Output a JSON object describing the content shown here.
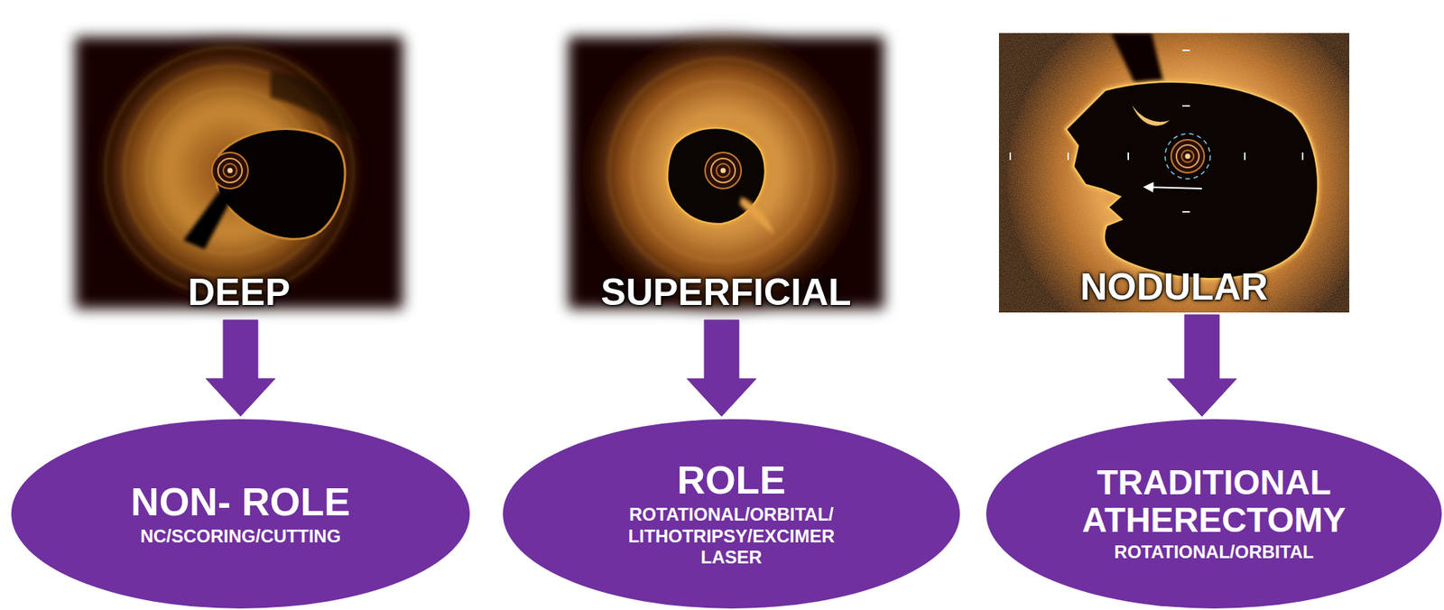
{
  "diagram": {
    "nodes": [
      {
        "text": [
          "DEEP"
        ]
      },
      {
        "text": [
          "SUPERFICIAL"
        ]
      },
      {
        "text": [
          "NODULAR"
        ]
      },
      {
        "text": [
          "NON- ROLE",
          "NC/SCORING/CUTTING"
        ]
      },
      {
        "text": [
          "ROLE",
          "ROTATIONAL/ORBITAL/ LITHOTRIPSY/EXCIMER LASER"
        ]
      },
      {
        "text": [
          "TRADITIONAL ATHERECTOMY",
          "ROTATIONAL/ORBITAL"
        ]
      }
    ],
    "edges": [
      {
        "from": 0,
        "to": 3,
        "arrow": "to"
      },
      {
        "from": 1,
        "to": 4,
        "arrow": "to"
      },
      {
        "from": 2,
        "to": 5,
        "arrow": "to"
      }
    ]
  }
}
